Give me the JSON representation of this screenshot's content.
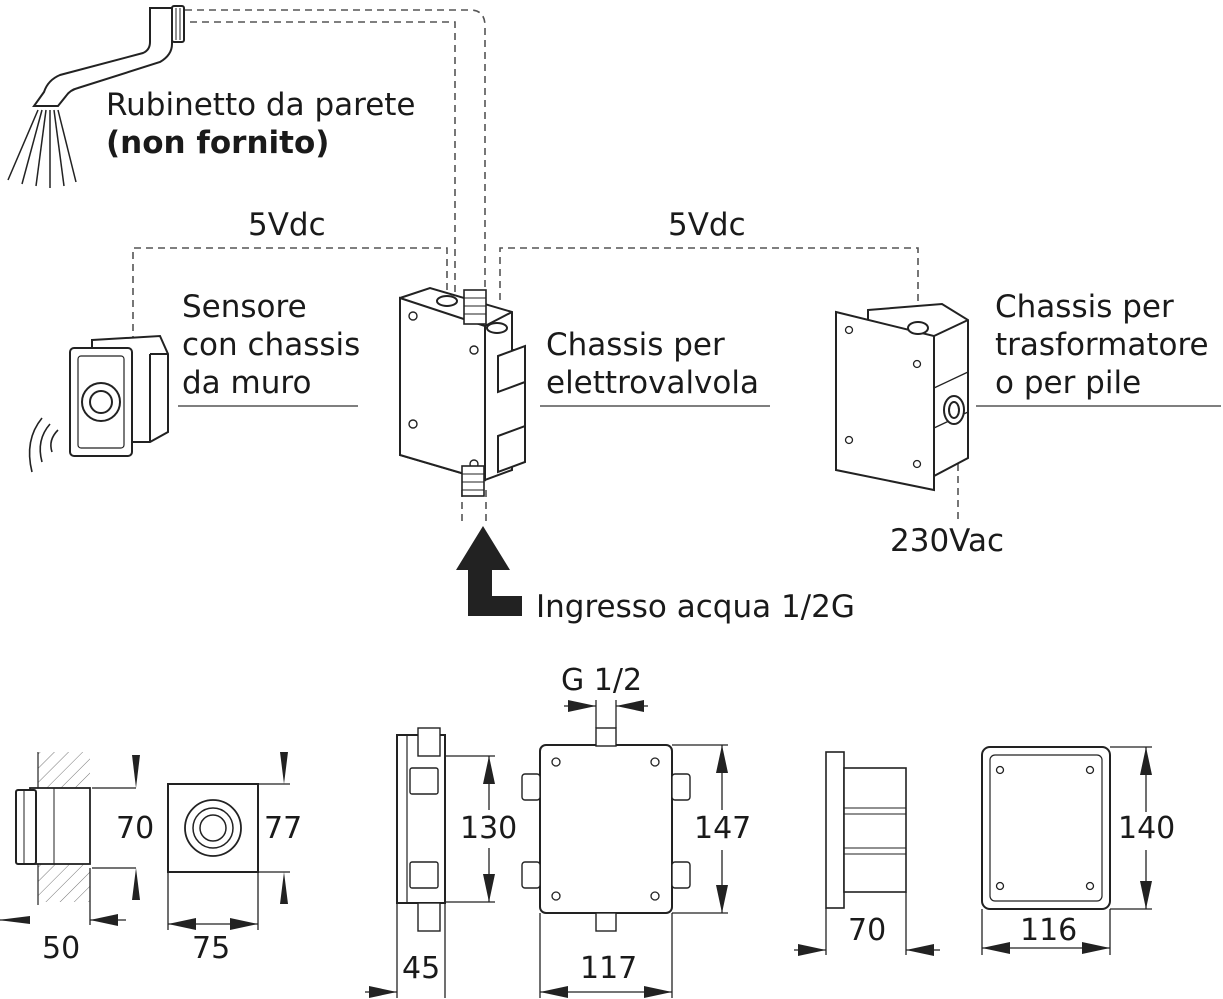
{
  "labels": {
    "faucet_line1": "Rubinetto da parete",
    "faucet_line2": "(non fornito)",
    "voltage_left": "5Vdc",
    "voltage_right": "5Vdc",
    "sensor_line1": "Sensore",
    "sensor_line2": "con chassis",
    "sensor_line3": "da muro",
    "valve_line1": "Chassis per",
    "valve_line2": "elettrovalvola",
    "transformer_line1": "Chassis per",
    "transformer_line2": "trasformatore",
    "transformer_line3": "o per pile",
    "mains": "230Vac",
    "water_inlet": "Ingresso acqua 1/2G"
  },
  "dimensions": {
    "sensor_depth": "50",
    "sensor_height_wall": "70",
    "sensor_width": "75",
    "sensor_height_front": "77",
    "valve_depth": "45",
    "valve_height_side": "130",
    "valve_thread": "G 1/2",
    "valve_height_front": "147",
    "valve_width": "117",
    "transformer_depth": "70",
    "transformer_width": "116",
    "transformer_height": "140"
  }
}
